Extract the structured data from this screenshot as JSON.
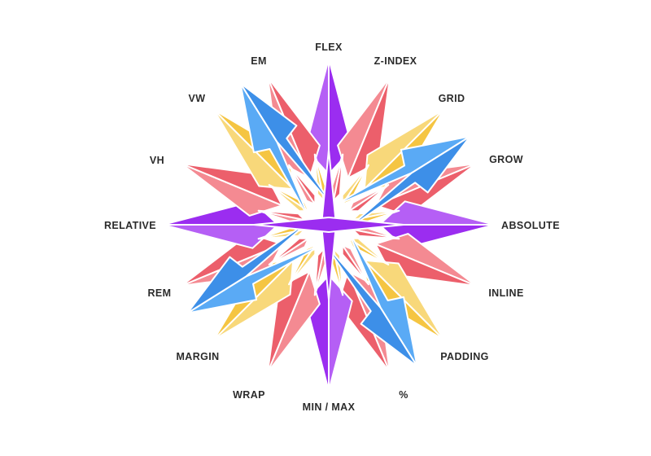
{
  "labels": {
    "flex": "FLEX",
    "z_index": "Z-INDEX",
    "grid": "GRID",
    "grow": "GROW",
    "absolute": "ABSOLUTE",
    "inline": "INLINE",
    "padding": "PADDING",
    "percent": "%",
    "min_max": "MIN / MAX",
    "wrap": "WRAP",
    "margin": "MARGIN",
    "rem": "REM",
    "relative": "RELATIVE",
    "vh": "VH",
    "vw": "VW",
    "em": "EM"
  },
  "colors": {
    "purple": "#9b2df0",
    "purple_light": "#b55ff5",
    "red": "#ec5f6b",
    "red_light": "#f48a92",
    "yellow": "#f5c542",
    "yellow_light": "#f8d87a",
    "blue": "#3d8fe8",
    "blue_light": "#5aaaf5",
    "text": "#2b2b2b"
  }
}
